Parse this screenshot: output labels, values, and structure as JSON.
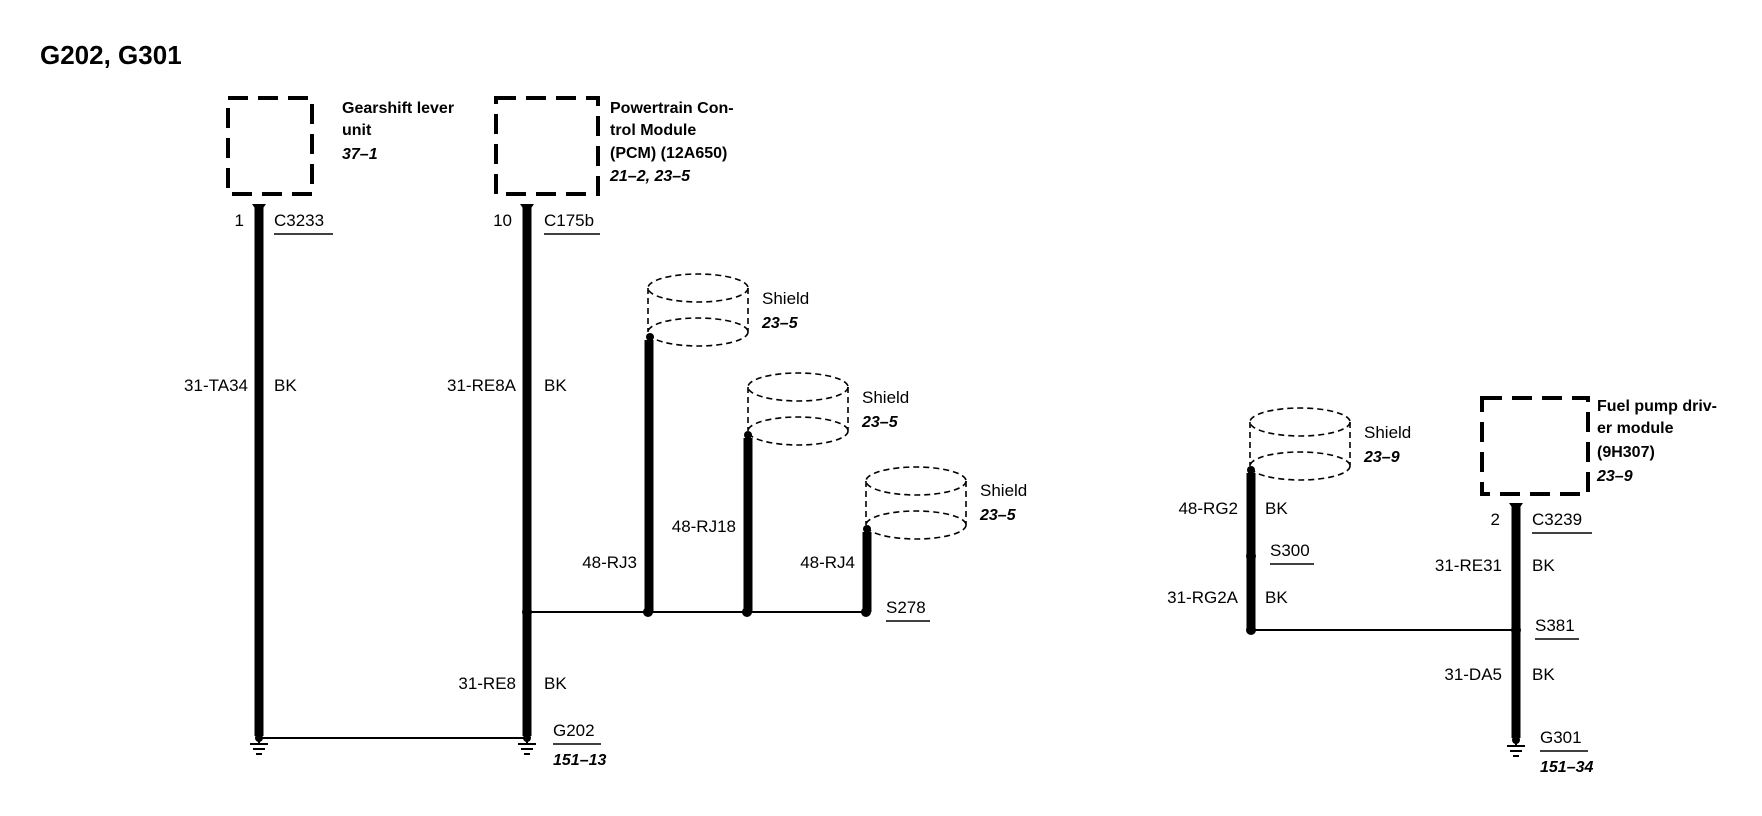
{
  "diagram": {
    "title": "G202, G301",
    "components": {
      "gearshift": {
        "name_line1": "Gearshift lever",
        "name_line2": "unit",
        "ref": "37–1"
      },
      "pcm": {
        "name_line1": "Powertrain Con-",
        "name_line2": "trol Module",
        "name_line3": "(PCM) (12A650)",
        "ref": "21–2, 23–5"
      },
      "fuel_pump": {
        "name_line1": "Fuel pump driv-",
        "name_line2": "er module",
        "name_line3": "(9H307)",
        "ref": "23–9"
      }
    },
    "connectors": {
      "c3233": {
        "pin": "1",
        "id": "C3233"
      },
      "c175b": {
        "pin": "10",
        "id": "C175b"
      },
      "c3239": {
        "pin": "2",
        "id": "C3239"
      }
    },
    "shields": {
      "s1": {
        "label": "Shield",
        "ref": "23–5"
      },
      "s2": {
        "label": "Shield",
        "ref": "23–5"
      },
      "s3": {
        "label": "Shield",
        "ref": "23–5"
      },
      "s4": {
        "label": "Shield",
        "ref": "23–9"
      }
    },
    "wires": {
      "ta34": {
        "circuit": "31-TA34",
        "color": "BK"
      },
      "re8a": {
        "circuit": "31-RE8A",
        "color": "BK"
      },
      "rj3": {
        "circuit": "48-RJ3"
      },
      "rj18": {
        "circuit": "48-RJ18"
      },
      "rj4": {
        "circuit": "48-RJ4"
      },
      "re8": {
        "circuit": "31-RE8",
        "color": "BK"
      },
      "rg2": {
        "circuit": "48-RG2",
        "color": "BK"
      },
      "rg2a": {
        "circuit": "31-RG2A",
        "color": "BK"
      },
      "re31": {
        "circuit": "31-RE31",
        "color": "BK"
      },
      "da5": {
        "circuit": "31-DA5",
        "color": "BK"
      }
    },
    "splices": {
      "s278": "S278",
      "s300": "S300",
      "s381": "S381"
    },
    "grounds": {
      "g202": {
        "id": "G202",
        "ref": "151–13"
      },
      "g301": {
        "id": "G301",
        "ref": "151–34"
      }
    }
  }
}
